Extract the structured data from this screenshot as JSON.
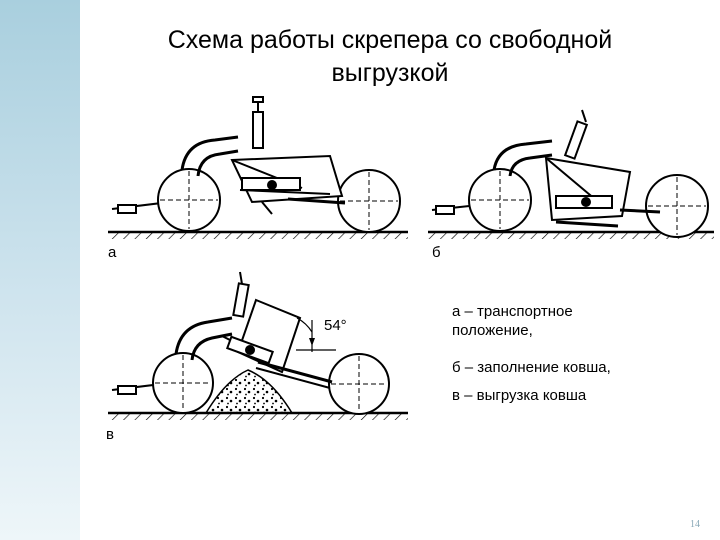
{
  "title": {
    "line1": "Схема работы скрепера со свободной",
    "line2": "выгрузкой"
  },
  "diagram": {
    "labels": {
      "a": "а",
      "b": "б",
      "v": "в"
    },
    "angle_label": "54°"
  },
  "legend": [
    "а – транспортное положение,",
    "б – заполнение ковша,",
    "в – выгрузка ковша"
  ],
  "page_number": "14",
  "colors": {
    "side_band": "#a9cfde",
    "line": "#000000"
  }
}
